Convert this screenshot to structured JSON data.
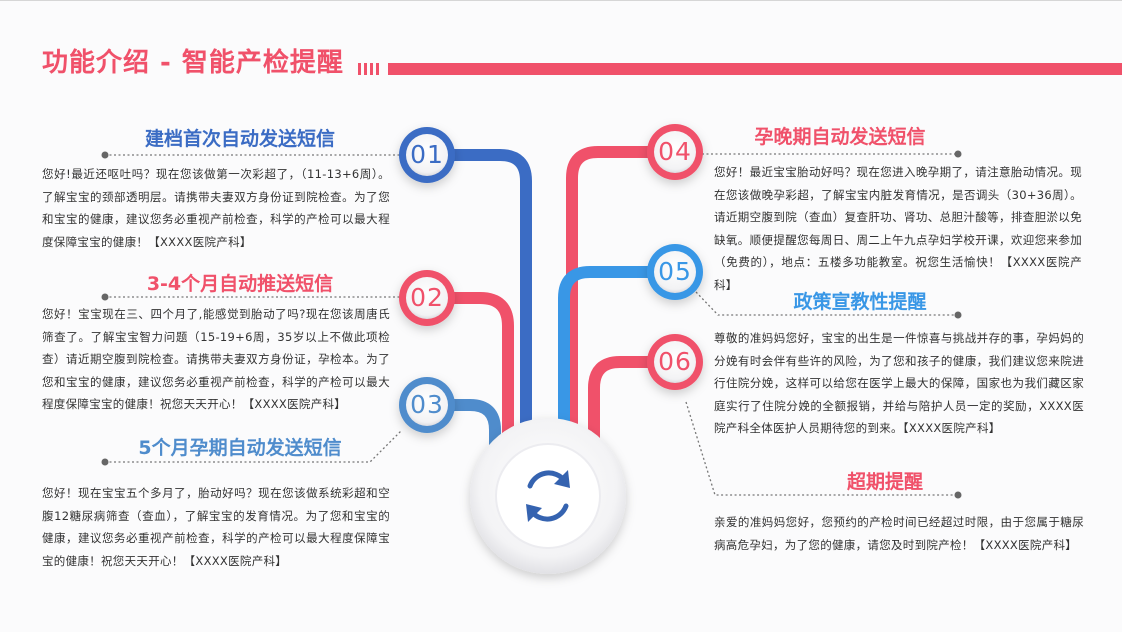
{
  "page": {
    "title": "功能介绍 - 智能产检提醒"
  },
  "colors": {
    "pink": "#f0516a",
    "blue": "#3b6cc4",
    "sky": "#3997e6",
    "steel": "#4f8ccc"
  },
  "center": {
    "icon": "refresh-icon"
  },
  "sections": [
    {
      "num": "01",
      "title": "建档首次自动发送短信",
      "body": "您好!最近还呕吐吗？现在您该做第一次彩超了，（11-13+6周）。了解宝宝的颈部透明层。请携带夫妻双方身份证到院检查。为了您和宝宝的健康，建议您务必重视产前检查，科学的产检可以最大程度保障宝宝的健康！【XXXX医院产科】"
    },
    {
      "num": "02",
      "title": "3-4个月自动推送短信",
      "body": "您好！宝宝现在三、四个月了,能感觉到胎动了吗?现在您该周唐氏筛查了。了解宝宝智力问题（15-19+6周，35岁以上不做此项检查）请近期空腹到院检查。请携带夫妻双方身份证，孕检本。为了您和宝宝的健康，建议您务必重视产前检查，科学的产检可以最大程度保障宝宝的健康！祝您天天开心！【XXXX医院产科】"
    },
    {
      "num": "03",
      "title": "5个月孕期自动发送短信",
      "body": "您好！现在宝宝五个多月了，胎动好吗？现在您该做系统彩超和空腹12糖尿病筛查（查血），了解宝宝的发育情况。为了您和宝宝的健康，建议您务必重视产前检查，科学的产检可以最大程度保障宝宝的健康！祝您天天开心！【XXXX医院产科】"
    },
    {
      "num": "04",
      "title": "孕晚期自动发送短信",
      "body": "您好！最近宝宝胎动好吗？现在您进入晚孕期了，请注意胎动情况。现在您该做晚孕彩超，了解宝宝内脏发育情况，是否调头（30+36周）。请近期空腹到院（查血）复查肝功、肾功、总胆汁酸等，排查胆淤以免缺氧。顺便提醒您每周日、周二上午九点孕妇学校开课，欢迎您来参加（免费的），地点：五楼多功能教室。祝您生活愉快！【XXXX医院产科】"
    },
    {
      "num": "05",
      "title": "政策宣教性提醒",
      "body": "尊敬的准妈妈您好，宝宝的出生是一件惊喜与挑战并存的事，孕妈妈的分娩有时会伴有些许的风险，为了您和孩子的健康，我们建议您来院进行住院分娩，这样可以给您在医学上最大的保障，国家也为我们藏区家庭实行了住院分娩的全额报销，并给与陪护人员一定的奖励，XXXX医院产科全体医护人员期待您的到来。【XXXX医院产科】"
    },
    {
      "num": "06",
      "title": "超期提醒",
      "body": "亲爱的准妈妈您好，您预约的产检时间已经超过时限，由于您属于糖尿病高危孕妇，为了您的健康，请您及时到院产检！【XXXX医院产科】"
    }
  ]
}
